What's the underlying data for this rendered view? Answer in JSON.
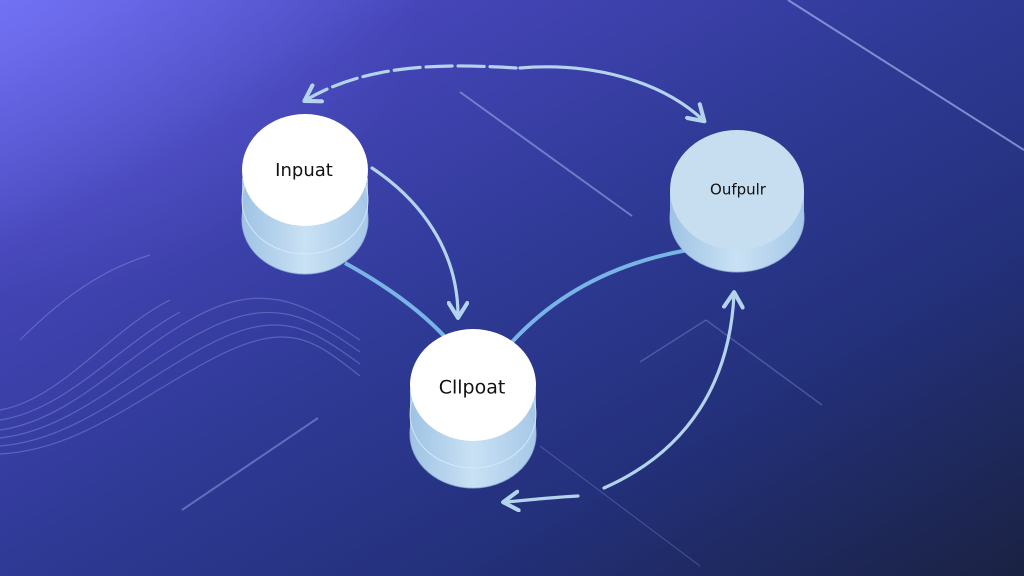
{
  "diagram": {
    "nodes": [
      {
        "id": "input",
        "label": "Inpuat"
      },
      {
        "id": "output",
        "label": "Oufpulr"
      },
      {
        "id": "clipnet",
        "label": "Cllpoat"
      }
    ],
    "edges": [
      {
        "from": "output",
        "to": "input",
        "style": "dashed-arrow"
      },
      {
        "from": "input",
        "to": "output",
        "style": "arrow"
      },
      {
        "from": "input",
        "to": "clipnet",
        "style": "arrow"
      },
      {
        "from": "clipnet",
        "to": "output",
        "style": "arrow"
      },
      {
        "from": "output",
        "to": "clipnet",
        "style": "arrow"
      }
    ]
  },
  "colors": {
    "node_top": "#ffffff",
    "node_output_top": "#c6def0",
    "node_side": "#b9d6ee",
    "edge": "#b4d4ee",
    "edge_link": "#78b4e6"
  }
}
